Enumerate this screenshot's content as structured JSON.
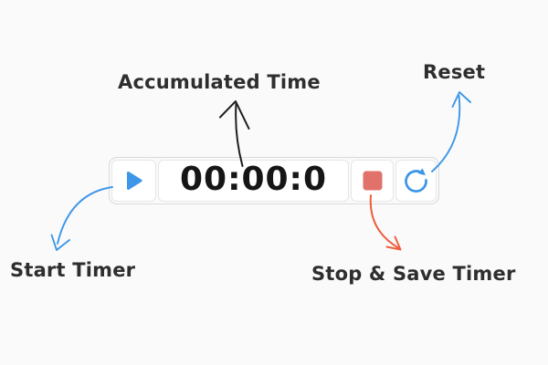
{
  "timer": {
    "value": "00:00:0",
    "icons": {
      "play": "play-icon",
      "stop": "stop-icon",
      "reset": "reset-icon"
    }
  },
  "annotations": {
    "accumulated_time": "Accumulated Time",
    "start_timer": "Start Timer",
    "stop_save_timer": "Stop & Save Timer",
    "reset": "Reset"
  },
  "colors": {
    "accent_blue": "#3d96e8",
    "stop_square_red": "#e0726a",
    "arrow_orange": "#ed5f3d",
    "arrow_black": "#1e1e1e",
    "label_text": "#2e2e2e",
    "timer_text": "#161616",
    "canvas_background": "#fafafa",
    "cell_background": "#ffffff",
    "outer_border": "#d9dadb",
    "cell_border": "#e5e6e7"
  }
}
